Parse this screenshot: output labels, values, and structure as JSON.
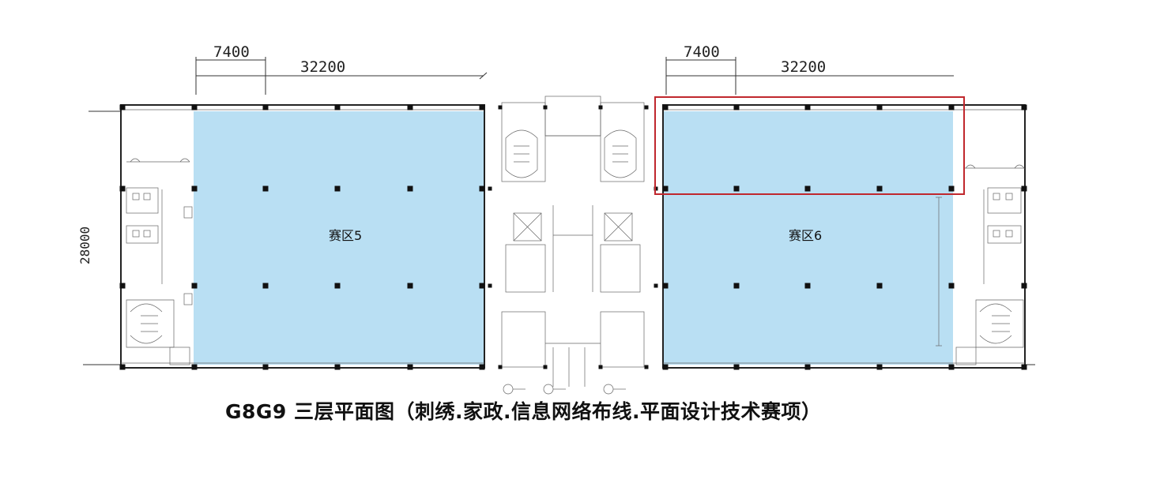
{
  "left_block": {
    "dim_bay": "7400",
    "dim_total": "32200",
    "dim_depth": "28000",
    "zone_label": "赛区5",
    "zone_color": "#b9dff3"
  },
  "right_block": {
    "dim_bay": "7400",
    "dim_total": "32200",
    "zone_label": "赛区6",
    "zone_color": "#b9dff3"
  },
  "highlight": {
    "color": "#c0272d"
  },
  "caption": "G8G9  三层平面图（刺绣.家政.信息网络布线.平面设计技术赛项）"
}
